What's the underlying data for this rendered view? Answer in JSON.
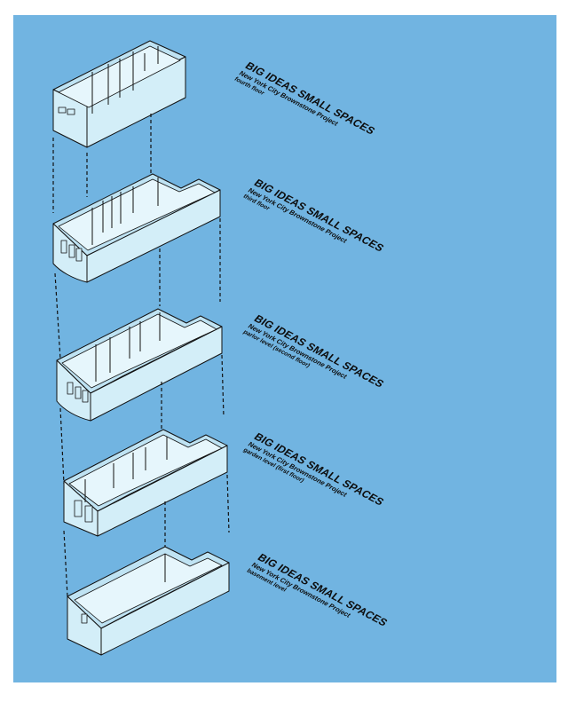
{
  "colors": {
    "background": "#71b4e1",
    "model_fill": "#d3eef8",
    "model_wall": "#bfe3f3",
    "line": "#111111"
  },
  "floors": [
    {
      "title": "BIG IDEAS SMALL SPACES",
      "subtitle": "New York City Brownstone Project",
      "level": "fourth floor"
    },
    {
      "title": "BIG IDEAS SMALL SPACES",
      "subtitle": "New York City Brownstone Project",
      "level": "third floor"
    },
    {
      "title": "BIG IDEAS SMALL SPACES",
      "subtitle": "New York City Brownstone Project",
      "level": "parlor level (second floor)"
    },
    {
      "title": "BIG IDEAS SMALL SPACES",
      "subtitle": "New York City Brownstone Project",
      "level": "garden level (first floor)"
    },
    {
      "title": "BIG IDEAS SMALL SPACES",
      "subtitle": "New York City Brownstone Project",
      "level": "basement level"
    }
  ]
}
